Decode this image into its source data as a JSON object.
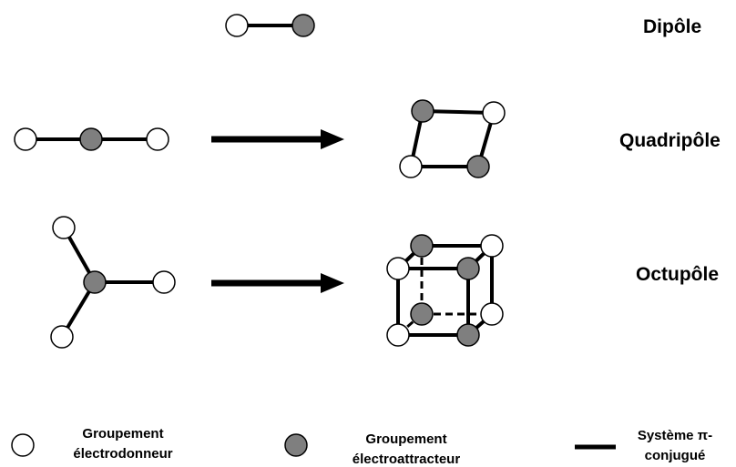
{
  "labels": {
    "dipole": "Dipôle",
    "quadripole": "Quadripôle",
    "octupole": "Octupôle"
  },
  "legend": {
    "donor_line1": "Groupement",
    "donor_line2": "électrodonneur",
    "acceptor_line1": "Groupement",
    "acceptor_line2": "électroattracteur",
    "pi_line1": "Système π-",
    "pi_line2": "conjugué"
  },
  "colors": {
    "acceptor_fill": "#7f7f7f",
    "donor_fill": "#ffffff",
    "line": "#000000"
  }
}
